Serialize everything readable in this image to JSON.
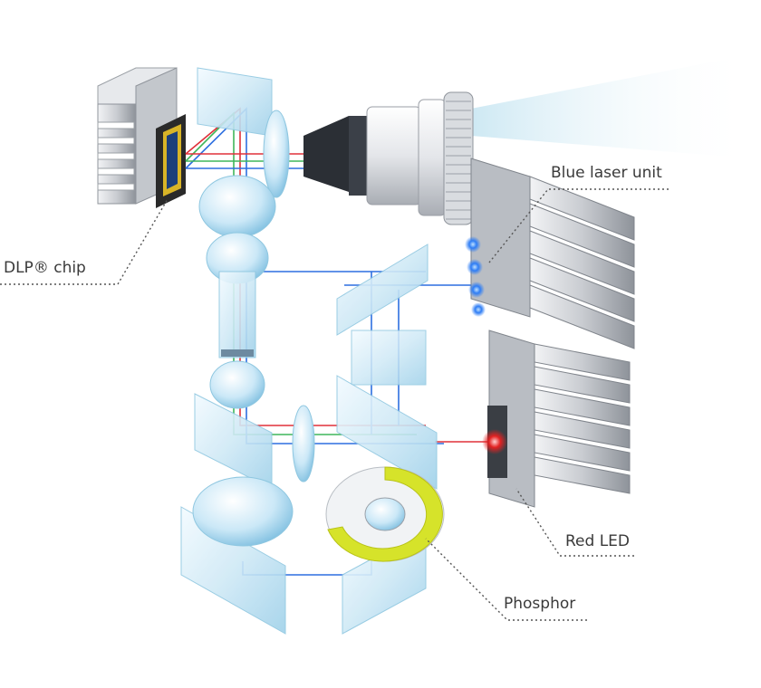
{
  "labels": {
    "dlp_chip": "DLP® chip",
    "blue_laser_unit": "Blue laser unit",
    "red_led": "Red LED",
    "phosphor": "Phosphor"
  },
  "colors": {
    "glass_fill": "#dff1fa",
    "glass_edge": "#8fc7e0",
    "heatsink": "#d3d6da",
    "heatsink_dark": "#7d8288",
    "beam_red": "#e0303a",
    "beam_green": "#3fb55a",
    "beam_blue": "#2d6fe0",
    "phosphor_yellow": "#d6e32a",
    "blue_led_glow": "#2e7df5",
    "red_led_glow": "#e32222",
    "callout_line": "#555555"
  }
}
